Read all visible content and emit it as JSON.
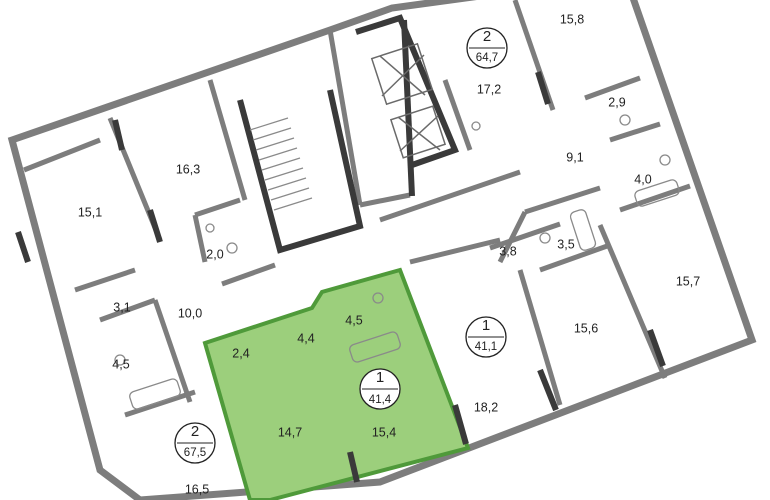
{
  "colors": {
    "wall": "#7d7d7d",
    "wall_dark": "#3a3a3a",
    "highlight_fill": "#9ccf7c",
    "highlight_wall": "#4f9a3a",
    "window": "#ffffff",
    "fixture": "#8a8a8a"
  },
  "highlighted_apartment": "1 / 41,4",
  "apartments": [
    {
      "id": "apt-2-top",
      "number": "2",
      "area": "64,7"
    },
    {
      "id": "apt-1-right",
      "number": "1",
      "area": "41,1"
    },
    {
      "id": "apt-1-highlight",
      "number": "1",
      "area": "41,4"
    },
    {
      "id": "apt-2-left",
      "number": "2",
      "area": "67,5"
    }
  ],
  "rooms": [
    {
      "id": "room-15-8",
      "area": "15,8"
    },
    {
      "id": "room-17-2",
      "area": "17,2"
    },
    {
      "id": "room-2-9",
      "area": "2,9"
    },
    {
      "id": "room-9-1",
      "area": "9,1"
    },
    {
      "id": "room-4-0",
      "area": "4,0"
    },
    {
      "id": "room-16-3",
      "area": "16,3"
    },
    {
      "id": "room-15-1",
      "area": "15,1"
    },
    {
      "id": "room-2-0",
      "area": "2,0"
    },
    {
      "id": "room-3-8",
      "area": "3,8"
    },
    {
      "id": "room-3-5",
      "area": "3,5"
    },
    {
      "id": "room-15-7",
      "area": "15,7"
    },
    {
      "id": "room-3-1",
      "area": "3,1"
    },
    {
      "id": "room-10-0",
      "area": "10,0"
    },
    {
      "id": "room-4-5-left",
      "area": "4,5"
    },
    {
      "id": "room-2-4",
      "area": "2,4"
    },
    {
      "id": "room-4-4",
      "area": "4,4"
    },
    {
      "id": "room-4-5-green",
      "area": "4,5"
    },
    {
      "id": "room-15-6",
      "area": "15,6"
    },
    {
      "id": "room-18-2",
      "area": "18,2"
    },
    {
      "id": "room-14-7",
      "area": "14,7"
    },
    {
      "id": "room-15-4",
      "area": "15,4"
    },
    {
      "id": "room-16-5",
      "area": "16,5"
    }
  ]
}
